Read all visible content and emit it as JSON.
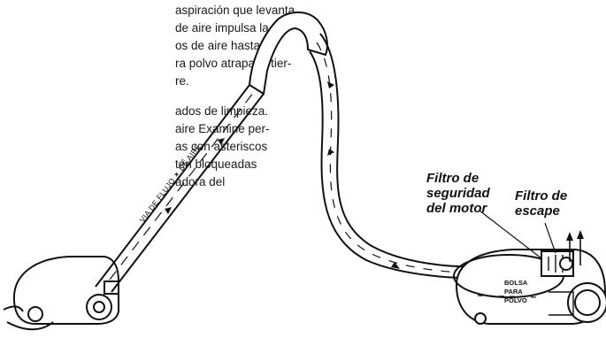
{
  "paragraph_1": [
    "aspiración que levanta",
    "de aire impulsa la",
    "os de aire hasta la",
    "ra polvo atrapa la tier-",
    "re."
  ],
  "paragraph_2": [
    "ados de limpieza.",
    "aire  Examine per-",
    "as con asteriscos",
    "tén bloqueadas",
    "adora del"
  ],
  "labels": {
    "motor_filter": [
      "Filtro de",
      "seguridad",
      "del motor"
    ],
    "exhaust_filter": [
      "Filtro de",
      "escape"
    ],
    "airflow_path": "VIA DE FLUJO ✶ DE AIRE",
    "dust_bag": [
      "BOLSA",
      "PARA",
      "POLVO"
    ]
  }
}
